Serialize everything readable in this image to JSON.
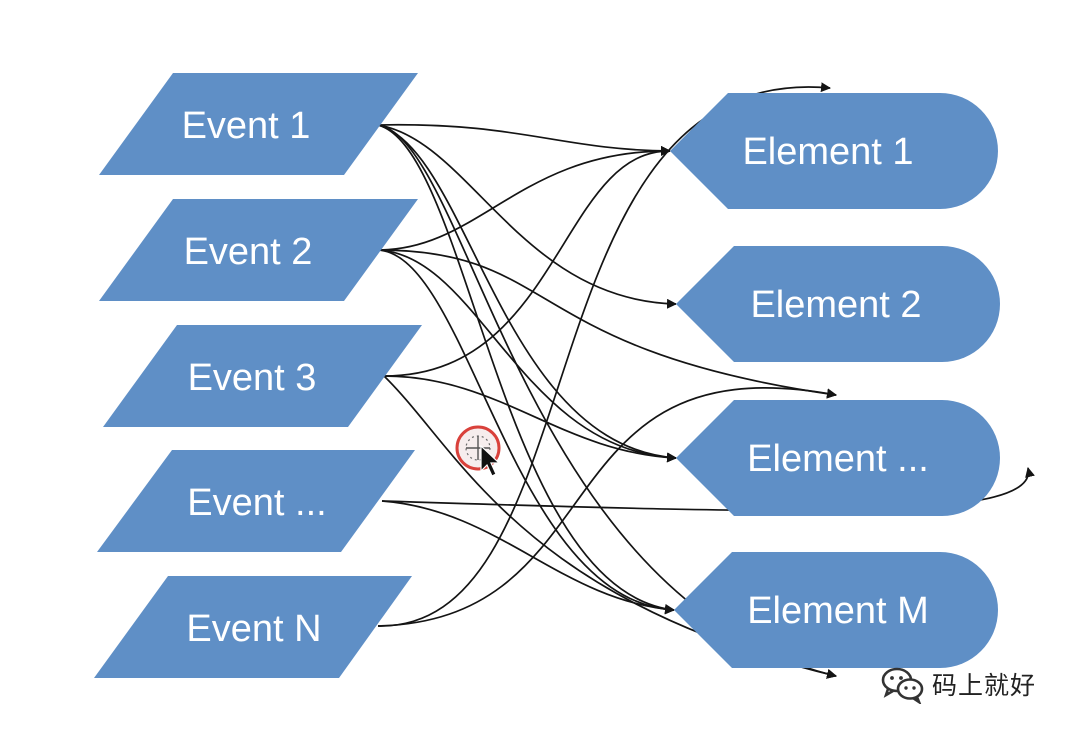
{
  "events": [
    {
      "id": "event-1",
      "label": "Event 1"
    },
    {
      "id": "event-2",
      "label": "Event 2"
    },
    {
      "id": "event-3",
      "label": "Event 3"
    },
    {
      "id": "event-etc",
      "label": "Event ..."
    },
    {
      "id": "event-n",
      "label": "Event N"
    }
  ],
  "elements": [
    {
      "id": "element-1",
      "label": "Element 1"
    },
    {
      "id": "element-2",
      "label": "Element 2"
    },
    {
      "id": "element-etc",
      "label": "Element ..."
    },
    {
      "id": "element-m",
      "label": "Element M"
    }
  ],
  "connections": [
    {
      "from": "event-1",
      "to": "element-1"
    },
    {
      "from": "event-1",
      "to": "element-2"
    },
    {
      "from": "event-1",
      "to": "element-etc"
    },
    {
      "from": "event-1",
      "to": "element-m"
    },
    {
      "from": "event-2",
      "to": "element-1"
    },
    {
      "from": "event-2",
      "to": "element-etc"
    },
    {
      "from": "event-2",
      "to": "element-m"
    },
    {
      "from": "event-3",
      "to": "element-1"
    },
    {
      "from": "event-3",
      "to": "element-etc"
    },
    {
      "from": "event-etc",
      "to": "element-etc"
    },
    {
      "from": "event-etc",
      "to": "element-m"
    },
    {
      "from": "event-n",
      "to": "element-1"
    },
    {
      "from": "event-n",
      "to": "element-etc"
    }
  ],
  "colors": {
    "node_fill": "#5f8fc6",
    "edge": "#141414",
    "label": "#ffffff"
  },
  "watermark": {
    "icon": "wechat-icon",
    "text": "码上就好"
  },
  "cursor": {
    "icon": "move-cursor-icon"
  }
}
